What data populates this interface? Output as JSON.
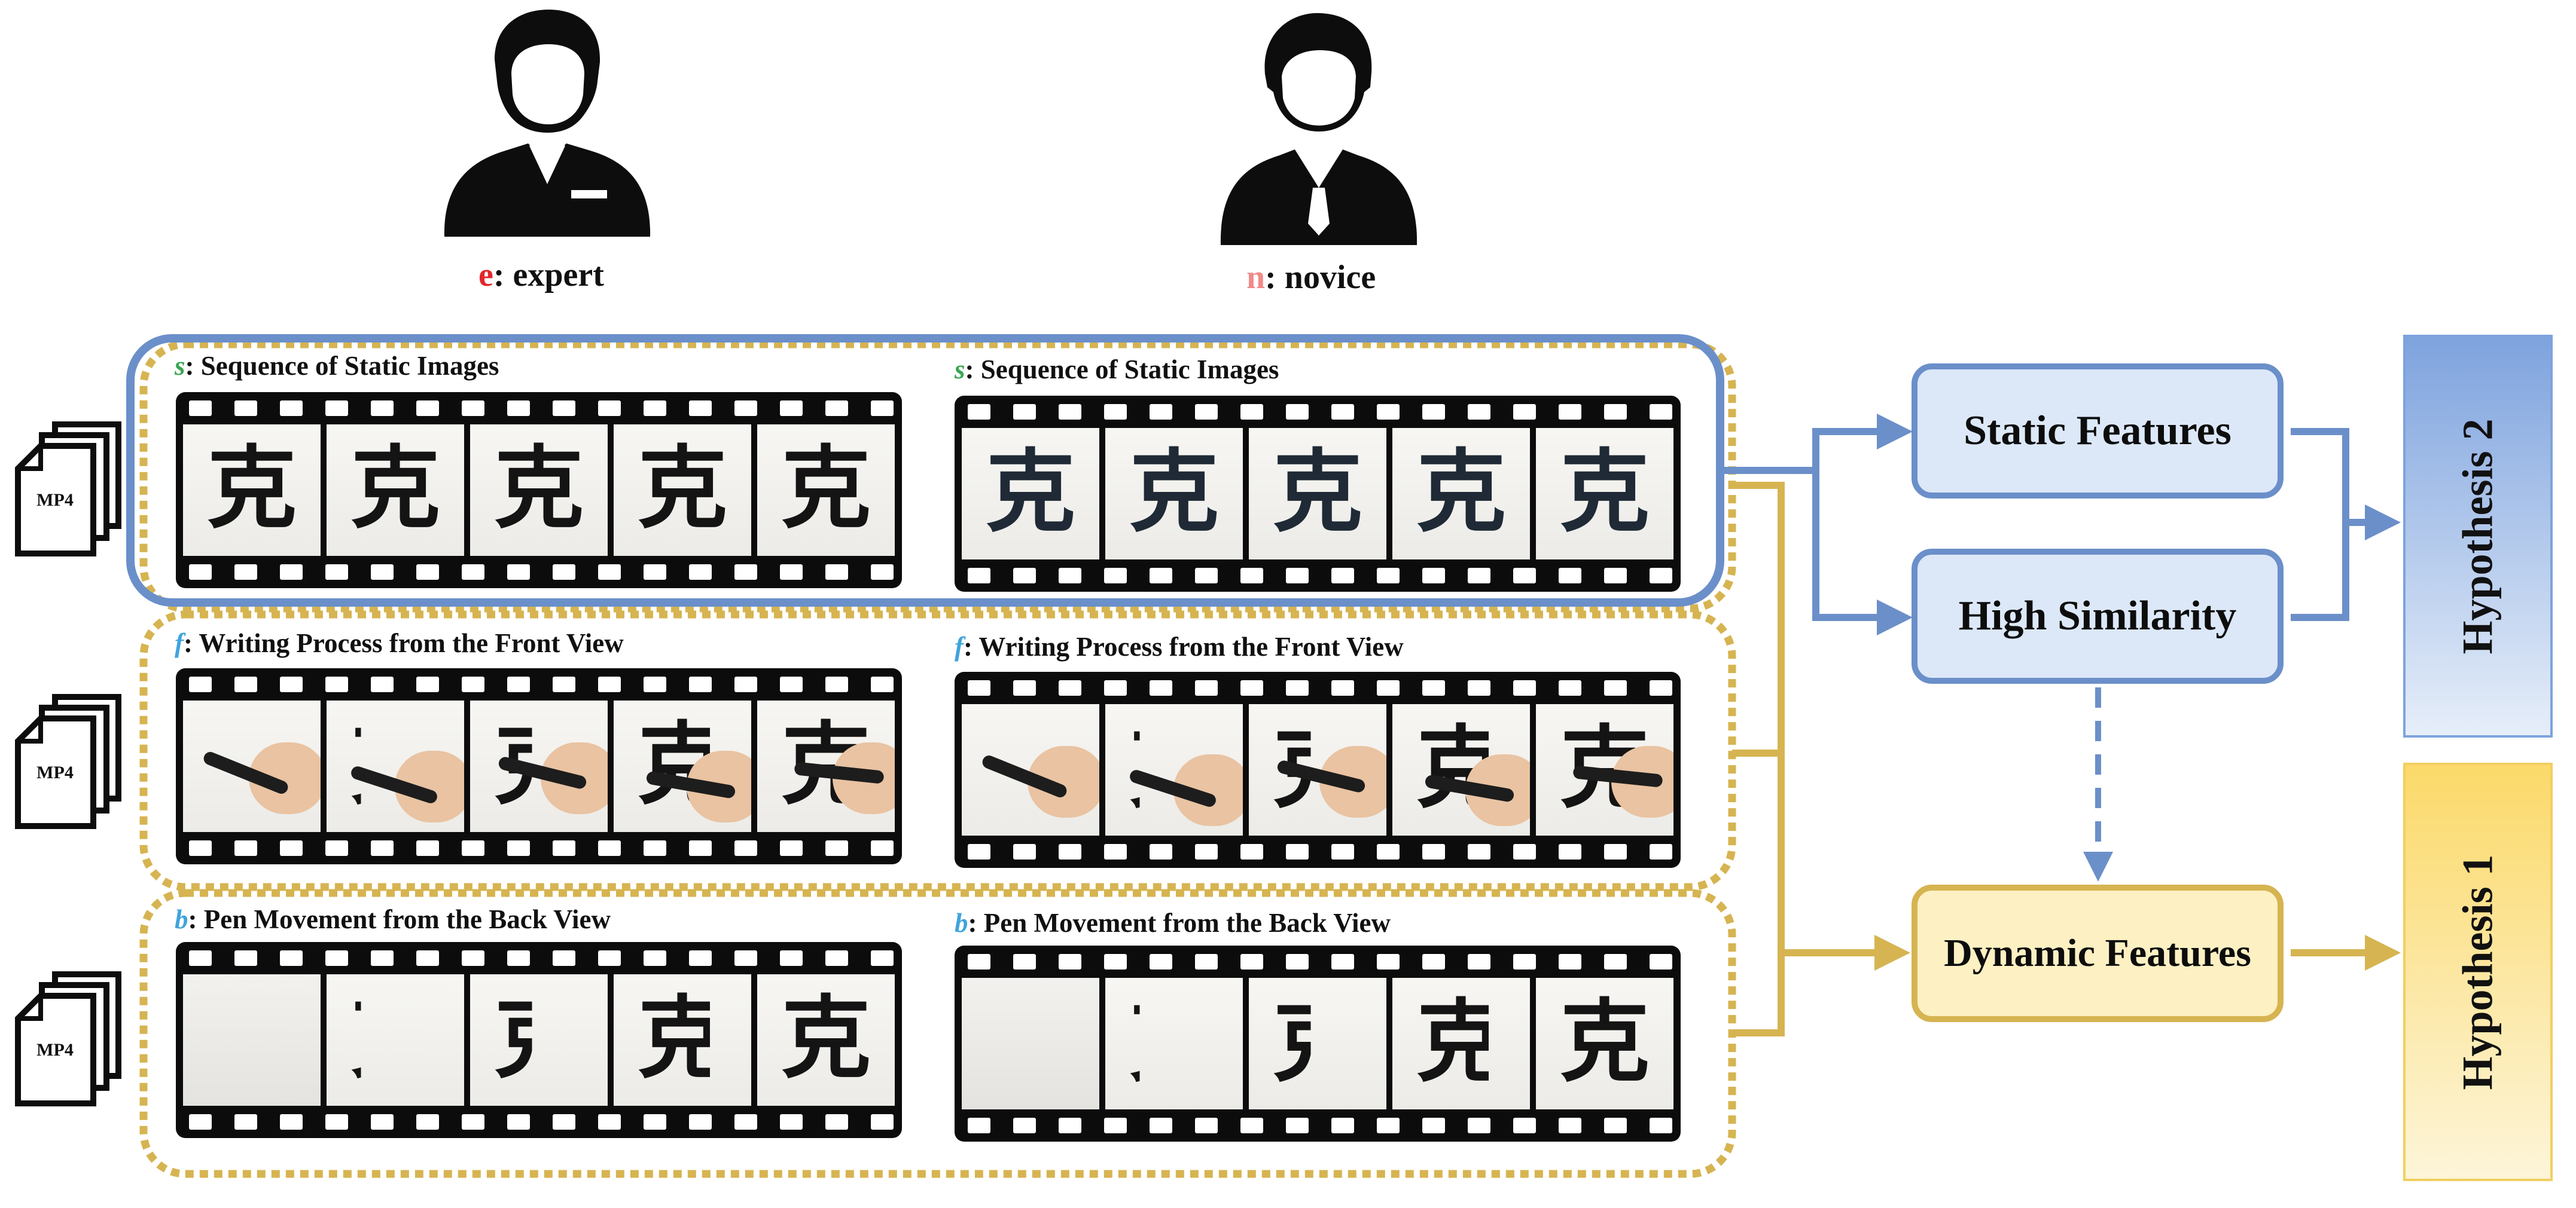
{
  "people": {
    "expert": {
      "letter": "e",
      "label": ": expert"
    },
    "novice": {
      "letter": "n",
      "label": ": novice"
    }
  },
  "rows": [
    {
      "letter": "s",
      "label": ": Sequence of Static Images"
    },
    {
      "letter": "f",
      "label": ": Writing Process from the Front View"
    },
    {
      "letter": "b",
      "label": ": Pen Movement from the Back View"
    }
  ],
  "file_icon_label": "MP4",
  "features": {
    "static": "Static Features",
    "similarity": "High Similarity",
    "dynamic": "Dynamic Features"
  },
  "hypotheses": {
    "h2": "Hypothesis 2",
    "h1": "Hypothesis 1"
  },
  "frame_glyph": "克",
  "colors": {
    "blue": "#6b8fc9",
    "blue_fill": "#dce8f8",
    "gold": "#d6b451",
    "gold_fill": "#fdf0c3",
    "red_letter": "#e3262a",
    "pink_letter": "#f08a8a",
    "green_letter": "#3aa653",
    "cyan_letter": "#3fa4dc",
    "hyp2_gradient": [
      "#7ea3de",
      "#e6eef9"
    ],
    "hyp1_gradient": [
      "#fbd96a",
      "#fdf5d9"
    ]
  }
}
